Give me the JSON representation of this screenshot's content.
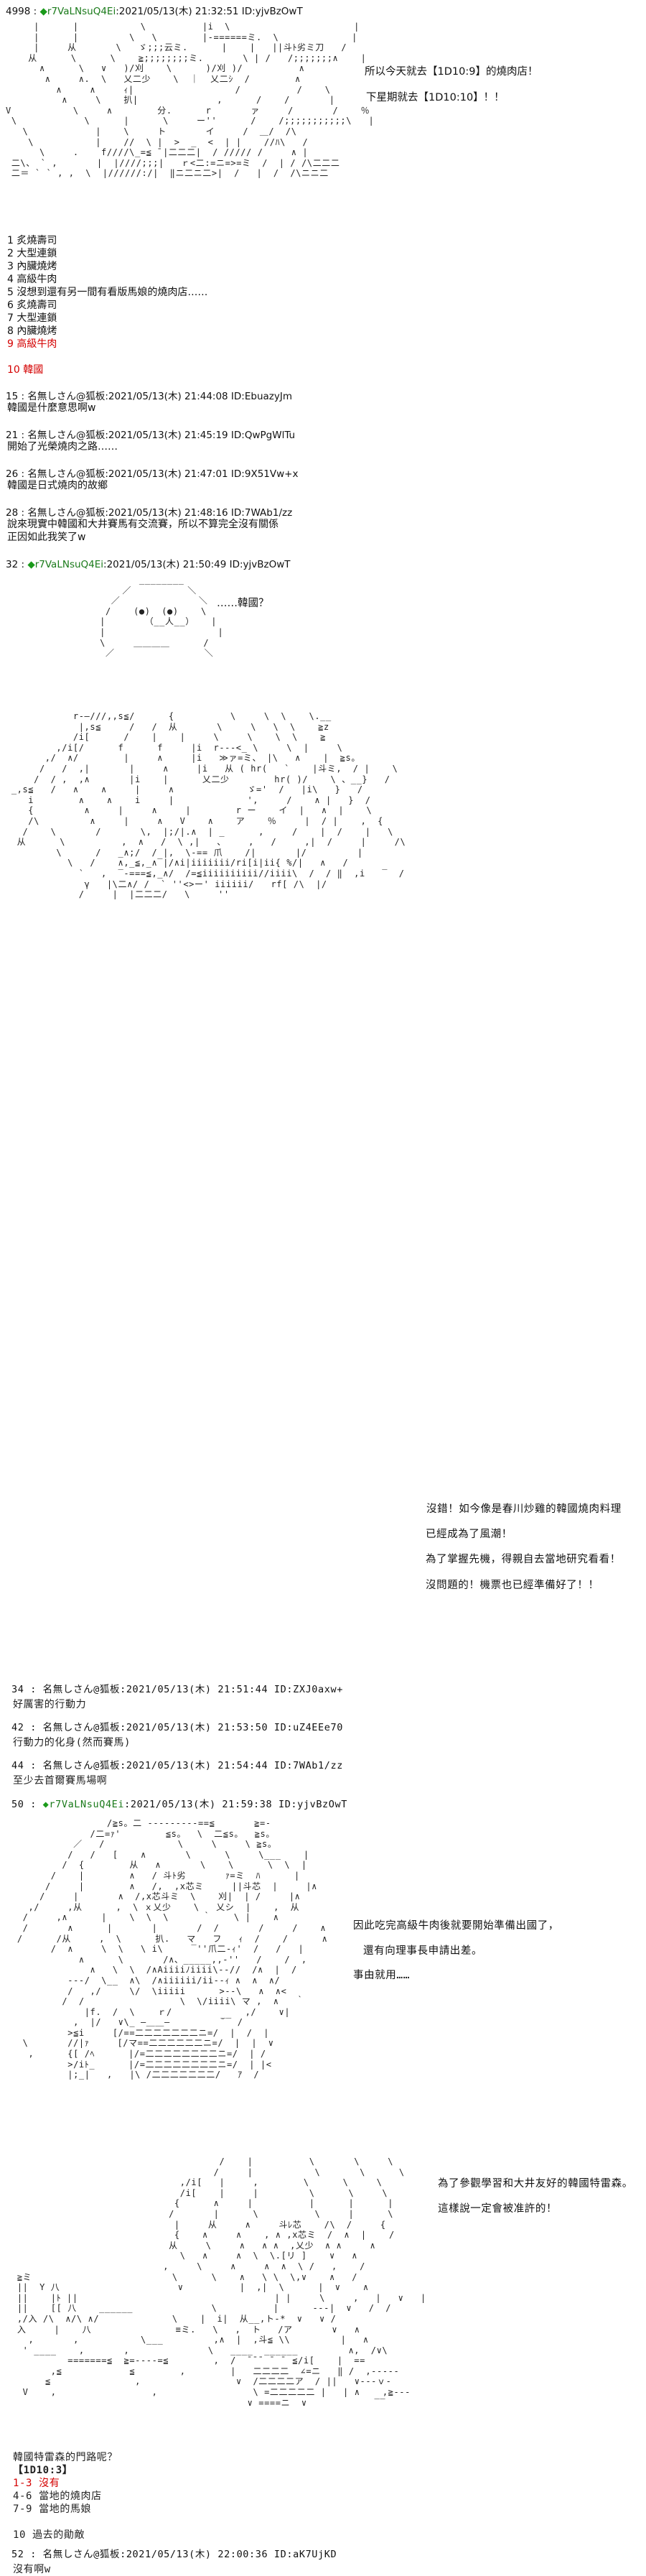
{
  "posts": {
    "p4998": {
      "num": "4998",
      "name": "r7VaLNsuQ4Ei",
      "date": ":2021/05/13(木) 21:32:51 ID:yjvBzOwT"
    },
    "p15": {
      "num": "15",
      "name": "名無しさん@狐板",
      "date": ":2021/05/13(木) 21:44:08 ID:EbuazyJm",
      "body": "韓國是什麼意思啊w"
    },
    "p21": {
      "num": "21",
      "name": "名無しさん@狐板",
      "date": ":2021/05/13(木) 21:45:19 ID:QwPgWlTu",
      "body": "開始了光榮燒肉之路……"
    },
    "p26": {
      "num": "26",
      "name": "名無しさん@狐板",
      "date": ":2021/05/13(木) 21:47:01 ID:9X51Vw+x",
      "body": "韓國是日式燒肉的故鄉"
    },
    "p28": {
      "num": "28",
      "name": "名無しさん@狐板",
      "date": ":2021/05/13(木) 21:48:16 ID:7WAb1/zz",
      "body1": "說來現實中韓國和大井賽馬有交流賽，所以不算完全沒有關係",
      "body2": "正因如此我笑了w"
    },
    "p32": {
      "num": "32",
      "name": "r7VaLNsuQ4Ei",
      "date": ":2021/05/13(木) 21:50:49 ID:yjvBzOwT"
    },
    "p34": {
      "num": "34",
      "name": "名無しさん@狐板",
      "date": ":2021/05/13(木) 21:51:44 ID:ZXJ0axw+",
      "body": "好厲害的行動力"
    },
    "p42": {
      "num": "42",
      "name": "名無しさん@狐板",
      "date": ":2021/05/13(木) 21:53:50 ID:uZ4EEe70",
      "body": "行動力的化身(然而賽馬)"
    },
    "p44": {
      "num": "44",
      "name": "名無しさん@狐板",
      "date": ":2021/05/13(木) 21:54:44 ID:7WAb1/zz",
      "body": "至少去首爾賽馬場啊"
    },
    "p50": {
      "num": "50",
      "name": "r7VaLNsuQ4Ei",
      "date": ":2021/05/13(木) 21:59:38 ID:yjvBzOwT"
    },
    "p52": {
      "num": "52",
      "name": "名無しさん@狐板",
      "date": ":2021/05/13(木) 22:00:36 ID:aK7UjKD",
      "body": "沒有啊w"
    }
  },
  "dialogue": {
    "d1a": "所以今天就去【1D10:9】的燒肉店！",
    "d1b": "下星期就去【1D10:10】！！",
    "d2": "……韓國？",
    "d3a": "沒錯！如今像是春川炒雞的韓國燒肉料理",
    "d3b": "已經成為了風潮！",
    "d3c": "為了掌握先機，得親自去當地研究看看！",
    "d3d": "沒問題的！機票也已經準備好了！！",
    "d4a": "因此吃完高級牛肉後就要開始準備出國了，",
    "d4b": "還有向理事長申請出差。",
    "d4c": "事由就用……",
    "d5a": "為了參觀學習和大井友好的韓國特雷森。",
    "d5b": "這樣說一定會被准許的！"
  },
  "list1": [
    "1  炙燒壽司",
    "2  大型連鎖",
    "3  內臟燒烤",
    "4  高級牛肉",
    "5  沒想到還有另一間有看版馬娘的燒肉店……",
    "6  炙燒壽司",
    "7  大型連鎖",
    "8  內臟燒烤",
    "9  高級牛肉",
    "10  韓國"
  ],
  "poll": {
    "q": "韓國特雷森的門路呢？",
    "roll": "【1D10:3】",
    "o1": "1-3  沒有",
    "o2": "4-6  當地的燒肉店",
    "o3": "7-9  當地的馬娘",
    "o4": "10  過去的勛敵"
  },
  "colors": {
    "trip": "#1a7a1a",
    "red": "#d40000",
    "text": "#111111"
  }
}
